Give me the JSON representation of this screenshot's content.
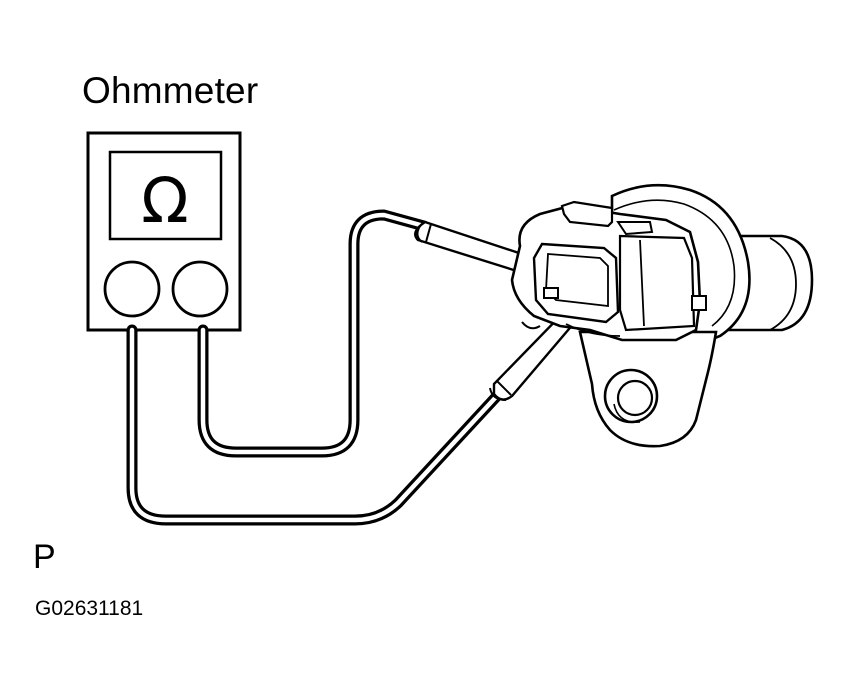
{
  "title": "Ohmmeter",
  "meter": {
    "display_symbol": "Ω"
  },
  "corner_letter": "P",
  "figure_code": "G02631181"
}
